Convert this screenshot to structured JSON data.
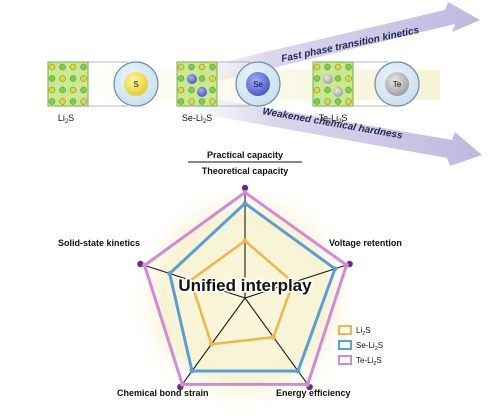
{
  "top": {
    "arrow_upper": "Fast phase transition kinetics",
    "arrow_lower": "Weakened chemical hardness",
    "structures": [
      {
        "label_main": "Li",
        "label_sub": "2",
        "label_end": "S",
        "atom": "S"
      },
      {
        "label_main": "Se-Li",
        "label_sub": "2",
        "label_end": "S",
        "atom": "Se"
      },
      {
        "label_main": "Te-Li",
        "label_sub": "2",
        "label_end": "S",
        "atom": "Te"
      }
    ]
  },
  "radar": {
    "center_label": "Unified interplay",
    "ratio_numerator": "Practical capacity",
    "ratio_denominator": "Theoretical capacity",
    "axes": [
      "Voltage retention",
      "Energy efficiency",
      "Chemical bond strain",
      "Solid-state kinetics"
    ],
    "legend": [
      {
        "main": "Li",
        "sub": "2",
        "end": "S",
        "color": "#f2b54a"
      },
      {
        "main": "Se-Li",
        "sub": "2",
        "end": "S",
        "color": "#5a9ed6"
      },
      {
        "main": "Te-Li",
        "sub": "2",
        "end": "S",
        "color": "#d28ad6"
      }
    ],
    "colors": {
      "background_glow": "#f6f2cf",
      "axis": "#1a1a1a",
      "vertex_dot": "#6b2a8a"
    }
  }
}
